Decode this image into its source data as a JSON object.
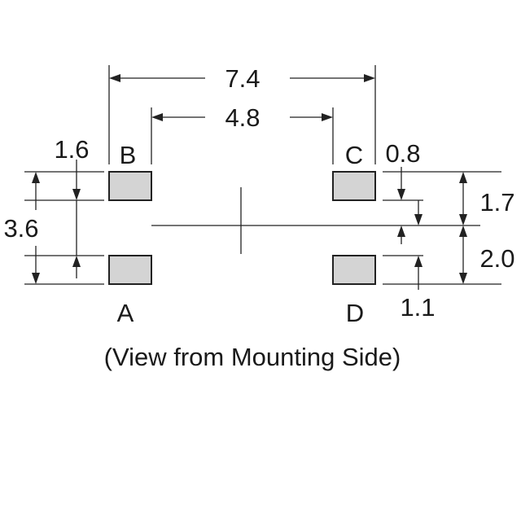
{
  "dimensions": {
    "overall_width": "7.4",
    "inner_width": "4.8",
    "pad_width": "1.6",
    "overall_height": "3.6",
    "pad_gap": "0.8",
    "upper_offset": "1.7",
    "lower_offset": "2.0",
    "pad_height": "1.1"
  },
  "pads": {
    "a": "A",
    "b": "B",
    "c": "C",
    "d": "D"
  },
  "caption": "(View from Mounting Side)",
  "colors": {
    "pad_fill": "#d4d4d4",
    "line": "#222222"
  }
}
